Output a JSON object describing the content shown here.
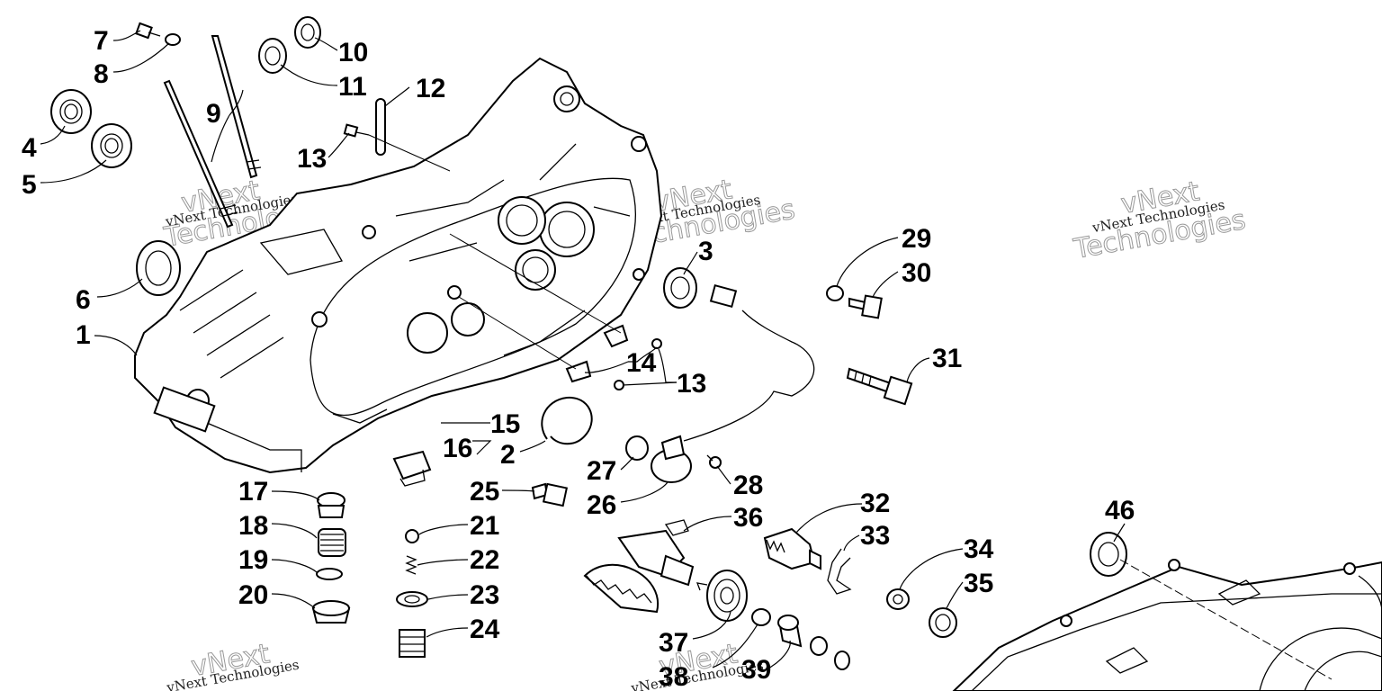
{
  "diagram": {
    "watermark": {
      "small": "vNext Technologies",
      "big_top": "vNext",
      "big_bottom": "Technologies"
    },
    "callouts": [
      {
        "id": "1",
        "label": "1"
      },
      {
        "id": "2",
        "label": "2"
      },
      {
        "id": "3",
        "label": "3"
      },
      {
        "id": "4",
        "label": "4"
      },
      {
        "id": "5",
        "label": "5"
      },
      {
        "id": "6",
        "label": "6"
      },
      {
        "id": "7",
        "label": "7"
      },
      {
        "id": "8",
        "label": "8"
      },
      {
        "id": "9",
        "label": "9"
      },
      {
        "id": "10",
        "label": "10"
      },
      {
        "id": "11",
        "label": "11"
      },
      {
        "id": "12",
        "label": "12"
      },
      {
        "id": "13a",
        "label": "13"
      },
      {
        "id": "13b",
        "label": "13"
      },
      {
        "id": "14",
        "label": "14"
      },
      {
        "id": "15",
        "label": "15"
      },
      {
        "id": "16",
        "label": "16"
      },
      {
        "id": "17",
        "label": "17"
      },
      {
        "id": "18",
        "label": "18"
      },
      {
        "id": "19",
        "label": "19"
      },
      {
        "id": "20",
        "label": "20"
      },
      {
        "id": "21",
        "label": "21"
      },
      {
        "id": "22",
        "label": "22"
      },
      {
        "id": "23",
        "label": "23"
      },
      {
        "id": "24",
        "label": "24"
      },
      {
        "id": "25",
        "label": "25"
      },
      {
        "id": "26",
        "label": "26"
      },
      {
        "id": "27",
        "label": "27"
      },
      {
        "id": "28",
        "label": "28"
      },
      {
        "id": "29",
        "label": "29"
      },
      {
        "id": "30",
        "label": "30"
      },
      {
        "id": "31",
        "label": "31"
      },
      {
        "id": "32",
        "label": "32"
      },
      {
        "id": "33",
        "label": "33"
      },
      {
        "id": "34",
        "label": "34"
      },
      {
        "id": "35",
        "label": "35"
      },
      {
        "id": "36",
        "label": "36"
      },
      {
        "id": "37",
        "label": "37"
      },
      {
        "id": "38",
        "label": "38"
      },
      {
        "id": "39",
        "label": "39"
      },
      {
        "id": "46",
        "label": "46"
      }
    ]
  }
}
